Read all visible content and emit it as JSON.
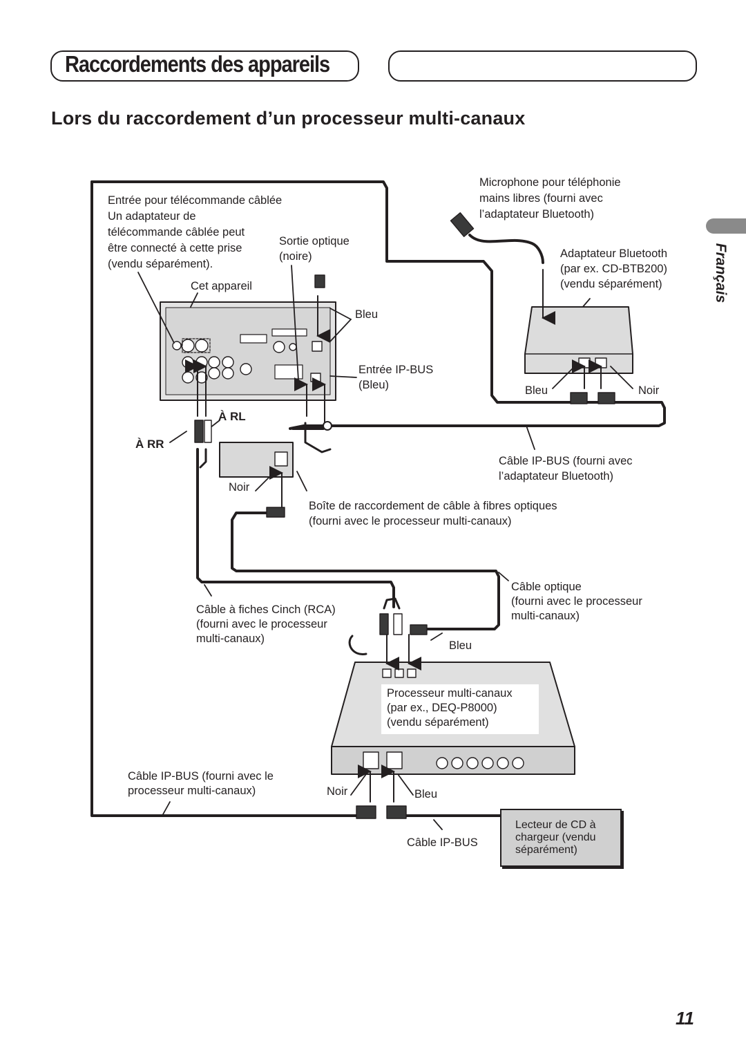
{
  "header": {
    "section_title": "Raccordements des appareils",
    "subsection_title": "Lors du raccordement d’un processeur multi-canaux"
  },
  "sidebar": {
    "language": "Français"
  },
  "diagram": {
    "labels": {
      "remote_input": "Entrée pour télécommande câblée",
      "remote_adapter_1": "Un adaptateur de",
      "remote_adapter_2": "télécommande câblée peut",
      "remote_adapter_3": "être connecté à cette prise",
      "remote_adapter_4": "(vendu séparément).",
      "optical_out_1": "Sortie optique",
      "optical_out_2": "(noire)",
      "this_unit": "Cet appareil",
      "blue_1": "Bleu",
      "ipbus_in_1": "Entrée IP-BUS",
      "ipbus_in_2": "(Bleu)",
      "to_rl": "À RL",
      "to_rr": "À RR",
      "black_1": "Noir",
      "mic_1": "Microphone pour téléphonie",
      "mic_2": "mains libres (fourni avec",
      "mic_3": "l’adaptateur Bluetooth)",
      "bt_1": "Adaptateur Bluetooth",
      "bt_2": "(par ex. CD-BTB200)",
      "bt_3": "(vendu séparément)",
      "blue_2": "Bleu",
      "black_2": "Noir",
      "ipbus_cable_bt_1": "Câble IP-BUS (fourni avec",
      "ipbus_cable_bt_2": "l’adaptateur Bluetooth)",
      "junction_1": "Boîte de raccordement de câble à fibres optiques",
      "junction_2": "(fourni avec le processeur multi-canaux)",
      "optical_cable_1": "Câble optique",
      "optical_cable_2": "(fourni avec le processeur",
      "optical_cable_3": "multi-canaux)",
      "rca_1": "Câble à fiches Cinch (RCA)",
      "rca_2": "(fourni avec le processeur",
      "rca_3": "multi-canaux)",
      "blue_3": "Bleu",
      "proc_1": "Processeur multi-canaux",
      "proc_2": "(par ex., DEQ-P8000)",
      "proc_3": "(vendu séparément)",
      "ipbus_proc_1": "Câble IP-BUS (fourni avec le",
      "ipbus_proc_2": "processeur multi-canaux)",
      "black_3": "Noir",
      "blue_4": "Bleu",
      "ipbus_cable": "Câble IP-BUS",
      "cd_1": "Lecteur de CD à",
      "cd_2": "chargeur (vendu",
      "cd_3": "séparément)"
    }
  },
  "footer": {
    "page_number": "11"
  }
}
